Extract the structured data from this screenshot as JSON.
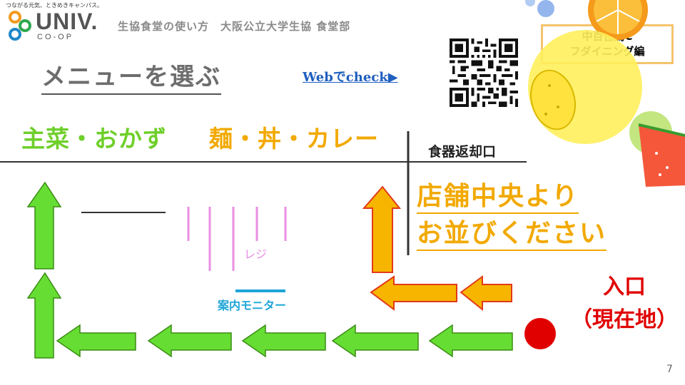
{
  "header": {
    "tagline": "つながる元気、ときめきキャンパス。",
    "logo_word": "UNIV.",
    "logo_sub": "CO-OP",
    "title": "生協食堂の使い方　大阪公立大学生協 食堂部"
  },
  "page_title": "メニューを選ぶ",
  "web_link": "Webでcheck▶",
  "label_box": {
    "line1": "中百舌鳥C",
    "line2": "フダイニング編"
  },
  "categories": {
    "main": "主菜・おかず",
    "noodle": "麺・丼・カレー"
  },
  "dish_return": "食器返却口",
  "queue_notice": {
    "line1": "店舗中央より",
    "line2": "お並びください"
  },
  "register_label": "レジ",
  "monitor_label": "案内モニター",
  "entrance": {
    "line1": "入口",
    "line2": "（現在地）"
  },
  "page_number": "7",
  "colors": {
    "green_arrow": "#66dd33",
    "green_arrow_stroke": "#3a8c14",
    "orange_arrow": "#f7b500",
    "orange_arrow_stroke": "#e23a1a",
    "register_lines": "#e98fe3",
    "monitor": "#1ea6d8",
    "entrance_red": "#e00000"
  }
}
